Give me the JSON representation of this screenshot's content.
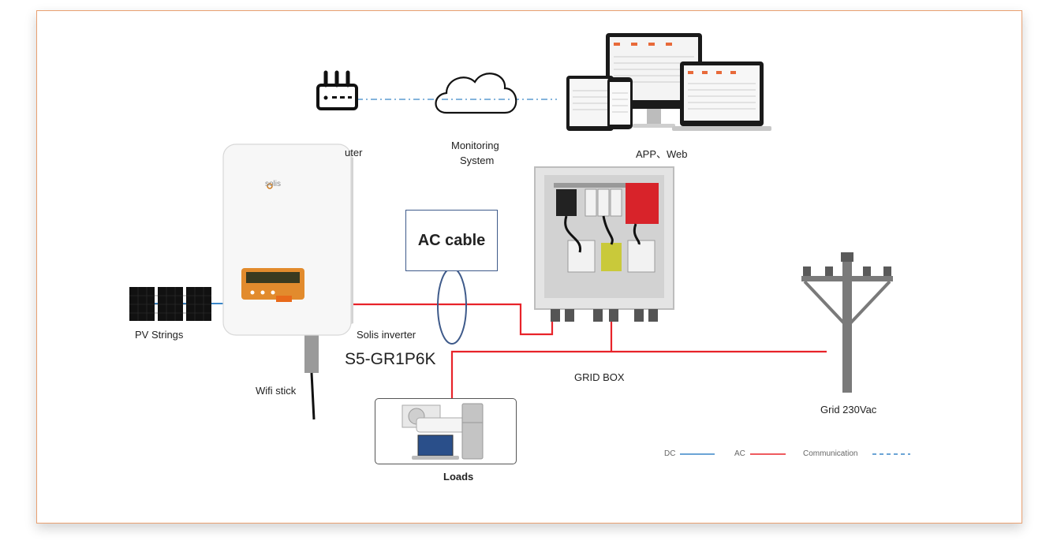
{
  "labels": {
    "router": "uter",
    "monitoring_line1": "Monitoring",
    "monitoring_line2": "System",
    "app_web": "APP、Web",
    "pv_strings": "PV Strings",
    "inverter_label": "Solis inverter",
    "inverter_model": "S5-GR1P6K",
    "wifi_stick": "Wifi stick",
    "ac_cable": "AC cable",
    "grid_box": "GRID BOX",
    "grid": "Grid 230Vac",
    "loads": "Loads",
    "brand": "solis"
  },
  "legend": {
    "dc": "DC",
    "ac": "AC",
    "communication": "Communication"
  },
  "colors": {
    "dc_line": "#3a86c8",
    "ac_line": "#e8232a",
    "comm_line": "#3a86c8",
    "frame_border": "#e9a070",
    "ac_box_border": "#3e5a8a"
  },
  "icons": {
    "router": "router-icon",
    "cloud": "cloud-icon",
    "devices": "devices-icon",
    "solar_panels": "solar-panel-icon",
    "inverter": "inverter-icon",
    "wifi_stick": "wifi-stick-icon",
    "grid_box": "grid-box-icon",
    "utility_pole": "utility-pole-icon",
    "appliances": "appliances-icon"
  }
}
